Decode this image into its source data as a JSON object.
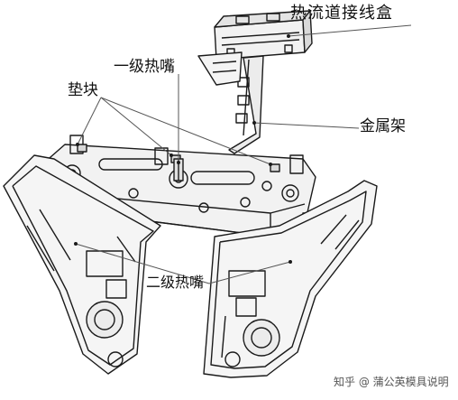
{
  "labels": {
    "hot_runner_box": "热流道接线盒",
    "primary_nozzle": "一级热嘴",
    "spacer_pad": "垫块",
    "metal_frame": "金属架",
    "secondary_nozzle": "二级热嘴"
  },
  "watermark": {
    "platform": "知乎",
    "author": "@ 蒲公英模具说明"
  },
  "colors": {
    "line": "#1a1a1a",
    "part_fill": "#f2f2f2",
    "shade_fill": "#d9d9d9",
    "leader": "#555555"
  }
}
